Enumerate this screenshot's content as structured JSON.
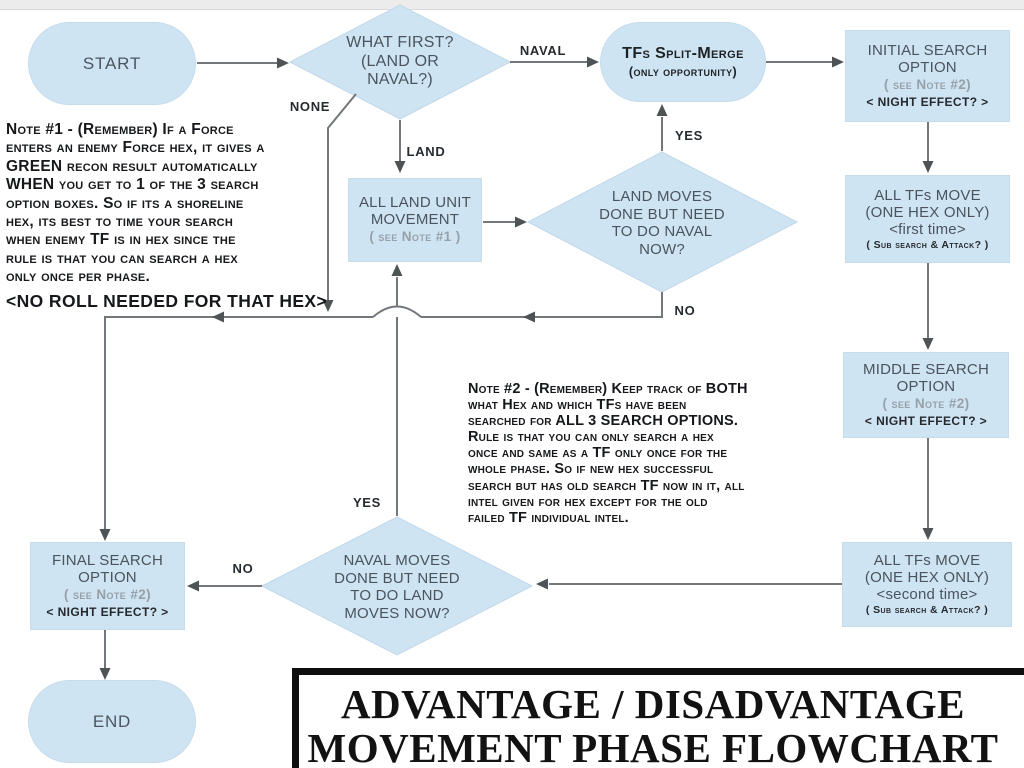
{
  "title": {
    "line1": "ADVANTAGE / DISADVANTAGE",
    "line2": "MOVEMENT PHASE FLOWCHART"
  },
  "colors": {
    "shape_fill": "#cfe4f2",
    "connector_gray": "#73767a",
    "node_label": "#49545e",
    "muted_note": "#96a0a8",
    "dark_text": "#25292d",
    "title_black": "#0e0e0e"
  },
  "nodes": {
    "start": {
      "label": "START"
    },
    "what_first": {
      "l1": "WHAT FIRST?",
      "l2": "(LAND OR",
      "l3": "NAVAL?)"
    },
    "tfs_split_merge": {
      "l1": "TFs Split-Merge",
      "l2": "(only opportunity)"
    },
    "initial_search": {
      "l1": "INITIAL SEARCH",
      "l2": "OPTION",
      "note": "( see Note #2)",
      "night": "< NIGHT EFFECT? >"
    },
    "all_tfs_move_1": {
      "l1": "ALL TFs MOVE",
      "l2": "(ONE HEX ONLY)",
      "l3": "<first time>",
      "sub": "( Sub search & Attack? )"
    },
    "middle_search": {
      "l1": "MIDDLE SEARCH",
      "l2": "OPTION",
      "note": "( see Note #2)",
      "night": "< NIGHT EFFECT? >"
    },
    "all_tfs_move_2": {
      "l1": "ALL TFs MOVE",
      "l2": "(ONE HEX ONLY)",
      "l3": "<second time>",
      "sub": "( Sub search & Attack? )"
    },
    "all_land": {
      "l1": "ALL LAND UNIT",
      "l2": "MOVEMENT",
      "note": "( see Note #1 )"
    },
    "land_moves": {
      "l1": "LAND MOVES",
      "l2": "DONE BUT NEED",
      "l3": "TO DO NAVAL",
      "l4": "NOW?"
    },
    "naval_moves": {
      "l1": "NAVAL MOVES",
      "l2": "DONE BUT NEED",
      "l3": "TO DO LAND",
      "l4": "MOVES NOW?"
    },
    "final_search": {
      "l1": "FINAL SEARCH",
      "l2": "OPTION",
      "note": "( see Note #2)",
      "night": "< NIGHT EFFECT? >"
    },
    "end": {
      "label": "END"
    }
  },
  "edge_labels": {
    "naval": "NAVAL",
    "land": "LAND",
    "none": "NONE",
    "yes_to_split": "YES",
    "yes_to_land_movement": "YES",
    "no_land_moves": "NO",
    "no_naval_moves": "NO"
  },
  "note1": {
    "lines": [
      "Note #1 - (Remember) If a Force",
      "enters an enemy Force hex, it gives a",
      "GREEN recon result automatically",
      "WHEN you get to 1 of the 3 search",
      "option boxes. So if its a shoreline",
      "hex, its best to time your search",
      "when enemy TF is in hex since the",
      "rule is that you can search a hex",
      "only once per phase.",
      "<NO ROLL NEEDED FOR THAT HEX>"
    ]
  },
  "note2": {
    "lines": [
      "Note #2 - (Remember) Keep track of BOTH",
      "what Hex and which TFs have been",
      "searched for ALL 3 SEARCH OPTIONS.",
      "Rule is that you can only search a hex",
      "once and same as a TF only once for the",
      "whole phase. So if new hex successful",
      "search but has old search TF now in it, all",
      "intel given for hex except for the old",
      "failed TF individual intel."
    ]
  }
}
